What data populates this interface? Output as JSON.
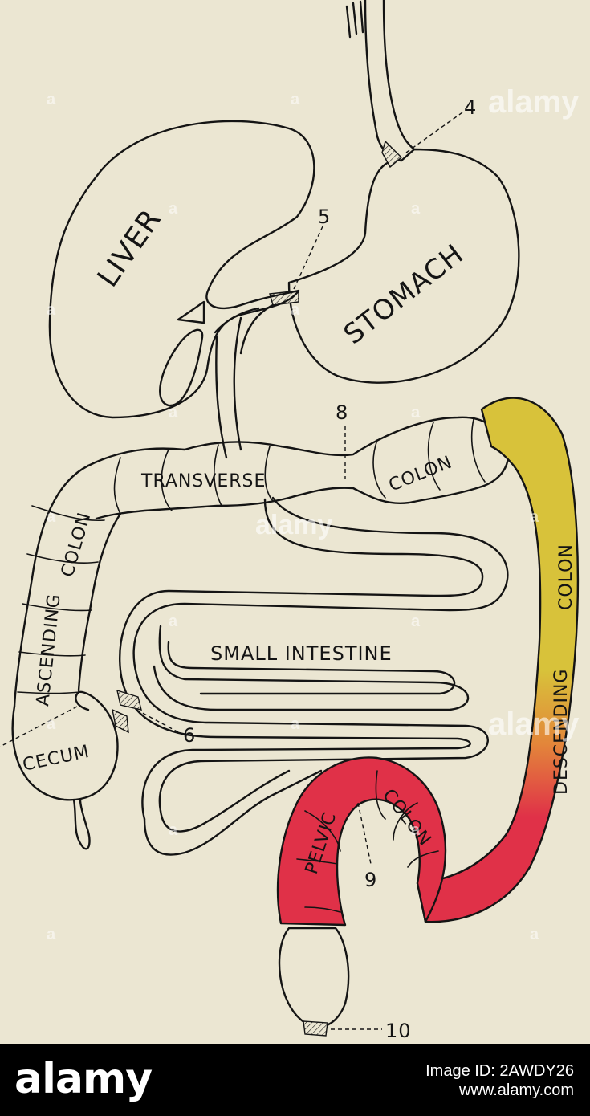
{
  "labels": {
    "liver": "LIVER",
    "stomach": "STOMACH",
    "transverse": "TRANSVERSE",
    "colon_transverse": "COLON",
    "ascending": "ASCENDING",
    "colon_ascending": "COLON",
    "cecum": "CECUM",
    "small_intestine": "SMALL INTESTINE",
    "colon_descending": "COLON",
    "descending": "DESCENDING",
    "pelvic": "PELVIC",
    "colon_pelvic": "COLON"
  },
  "markers": {
    "m4": "4",
    "m5": "5",
    "m6": "6",
    "m8": "8",
    "m9": "9",
    "m10": "10"
  },
  "colors": {
    "paper": "#ebe6d2",
    "ink": "#141414",
    "descending_colon_yellow": "#d8c23a",
    "pelvic_colon_red": "#e03148"
  },
  "watermark": {
    "glyph": "a",
    "word": "alamy"
  },
  "footer": {
    "brand": "alamy",
    "image_id": "Image ID: 2AWDY26",
    "url": "www.alamy.com"
  }
}
